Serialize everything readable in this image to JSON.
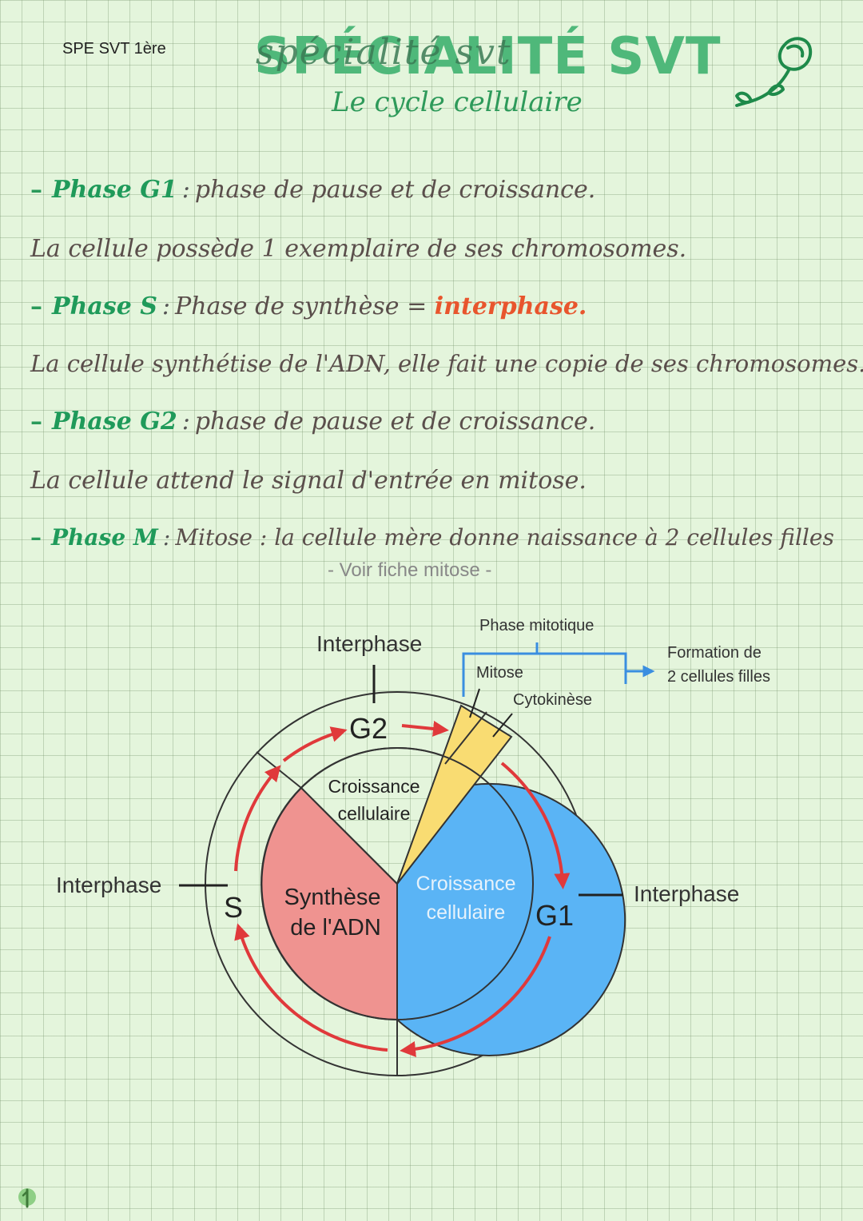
{
  "header": {
    "course_label": "SPE SVT 1ère",
    "title_big": "SPÉCIALITÉ SVT",
    "title_script": "spécialité svt",
    "subtitle": "Le cycle cellulaire"
  },
  "notes": [
    {
      "dash": "–",
      "phase": "Phase G1",
      "sep": ":",
      "text": "phase de pause et de croissance."
    },
    {
      "text": "La cellule possède 1 exemplaire de ses chromosomes."
    },
    {
      "dash": "–",
      "phase": "Phase S",
      "sep": ":",
      "text": "Phase de synthèse =",
      "accent": "interphase."
    },
    {
      "text": "La cellule synthétise de l'ADN, elle fait une copie de ses chromosomes."
    },
    {
      "dash": "–",
      "phase": "Phase G2",
      "sep": ":",
      "text": "phase de pause et de croissance."
    },
    {
      "text": "La cellule attend le signal d'entrée en mitose."
    },
    {
      "dash": "–",
      "phase": "Phase M",
      "sep": ":",
      "text": "Mitose : la cellule mère donne naissance à 2 cellules filles"
    }
  ],
  "voir_fiche": "- Voir fiche mitose -",
  "diagram": {
    "interphase_top": "Interphase",
    "interphase_left": "Interphase",
    "interphase_right": "Interphase",
    "phase_mitotique": "Phase mitotique",
    "mitose": "Mitose",
    "cytokinese": "Cytokinèse",
    "formation_line1": "Formation de",
    "formation_line2": "2 cellules filles",
    "g2": "G2",
    "g1": "G1",
    "s": "S",
    "croissance_top_1": "Croissance",
    "croissance_top_2": "cellulaire",
    "croissance_right_1": "Croissance",
    "croissance_right_2": "cellulaire",
    "synthese_1": "Synthèse",
    "synthese_2": "de l'ADN"
  },
  "colors": {
    "synthesis_sector": "#ef9390",
    "growth_sector": "#5ab4f5",
    "mitosis_wedge": "#f9dc72",
    "cycle_arrows": "#e0393b",
    "mitotic_bracket": "#3a8ee0",
    "phase_title": "#1f9a5a",
    "interphase_word": "#e8552d"
  },
  "icons": [
    "rose-icon",
    "leaf-icon"
  ]
}
